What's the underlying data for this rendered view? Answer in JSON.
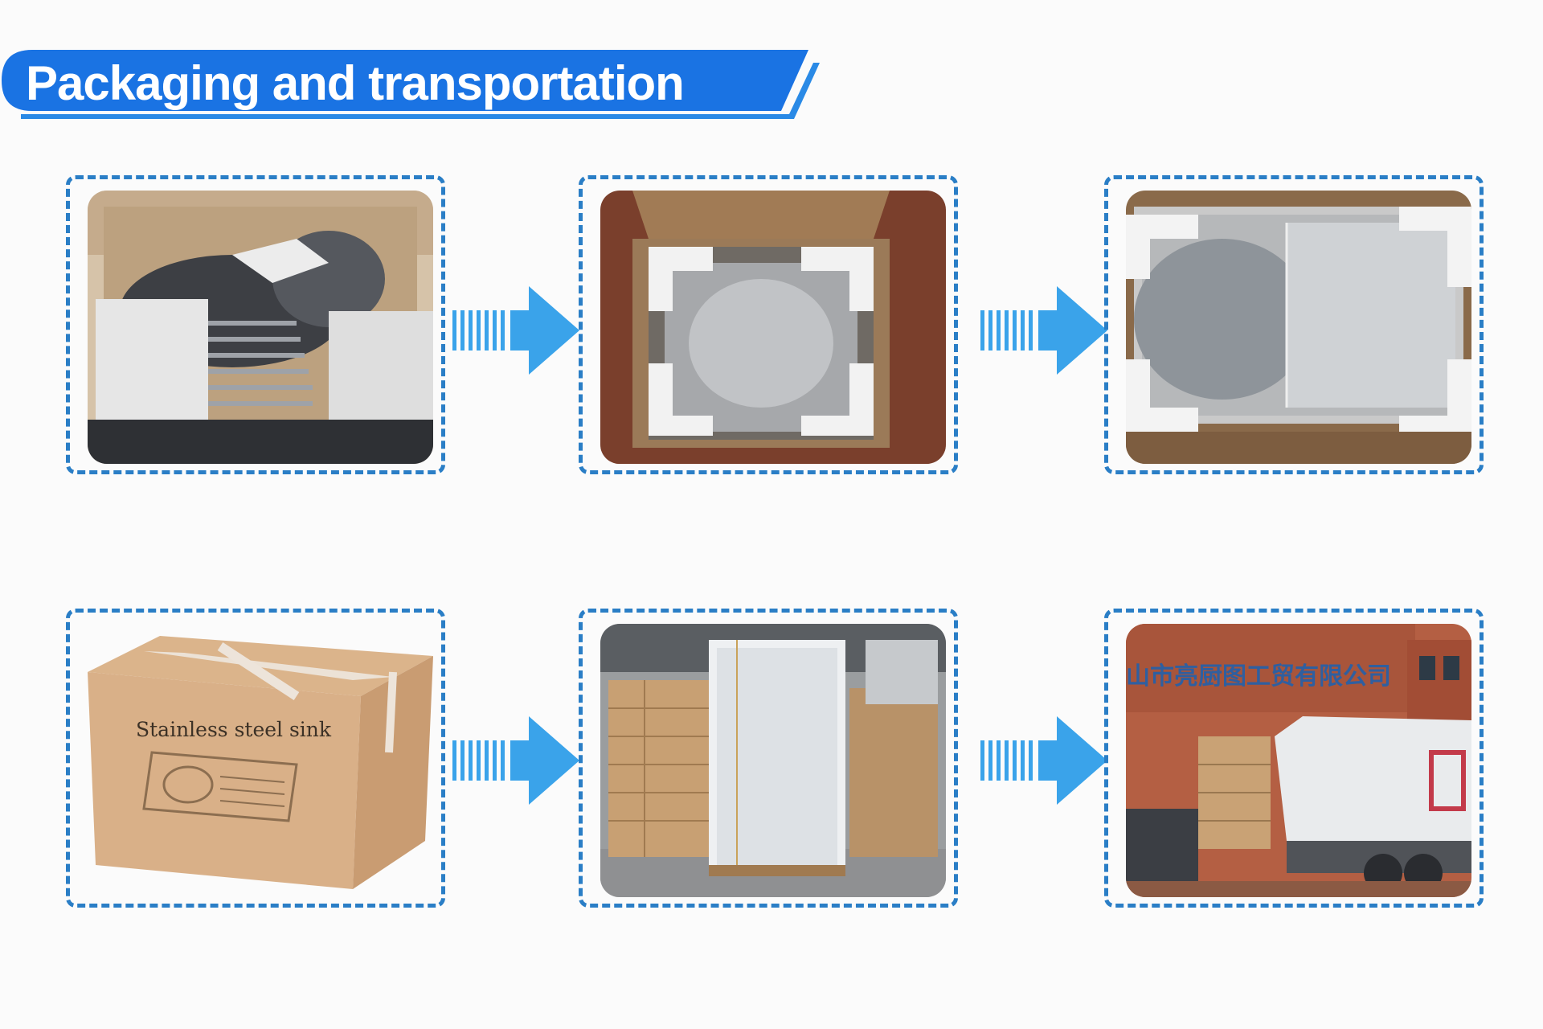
{
  "header": {
    "title": "Packaging and transportation"
  },
  "steps": [
    {
      "icon": "sink-in-box-with-foam-icon"
    },
    {
      "icon": "sink-wrapped-in-bag-icon"
    },
    {
      "icon": "sink-with-corner-protectors-icon"
    },
    {
      "icon": "sealed-carton-icon",
      "box_label": "Stainless steel sink"
    },
    {
      "icon": "palletized-cartons-icon"
    },
    {
      "icon": "truck-loading-icon",
      "sign_text": "山市亮厨图工贸有限公司"
    }
  ],
  "colors": {
    "accent": "#1a73e3",
    "frame": "#2a7ec6",
    "arrow": "#3aa3ea"
  }
}
